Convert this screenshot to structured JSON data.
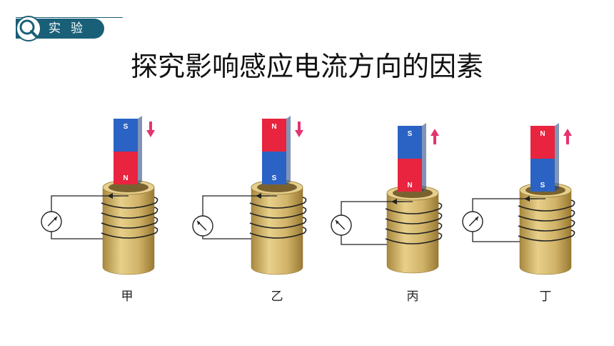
{
  "header": {
    "badge_label": "实验",
    "accent_color": "#1a5f78"
  },
  "title": "探究影响感应电流方向的因素",
  "setups": [
    {
      "label": "甲",
      "top_pole": "S",
      "bottom_pole": "N",
      "motion": "down",
      "needle": "right"
    },
    {
      "label": "乙",
      "top_pole": "N",
      "bottom_pole": "S",
      "motion": "down",
      "needle": "left"
    },
    {
      "label": "丙",
      "top_pole": "S",
      "bottom_pole": "N",
      "motion": "up",
      "needle": "left"
    },
    {
      "label": "丁",
      "top_pole": "N",
      "bottom_pole": "S",
      "motion": "up",
      "needle": "right"
    }
  ],
  "colors": {
    "north": "#e8243f",
    "south": "#2b63c4",
    "coil": "#d4b870",
    "motion_arrow": "#e6336f",
    "wire": "#222222"
  }
}
